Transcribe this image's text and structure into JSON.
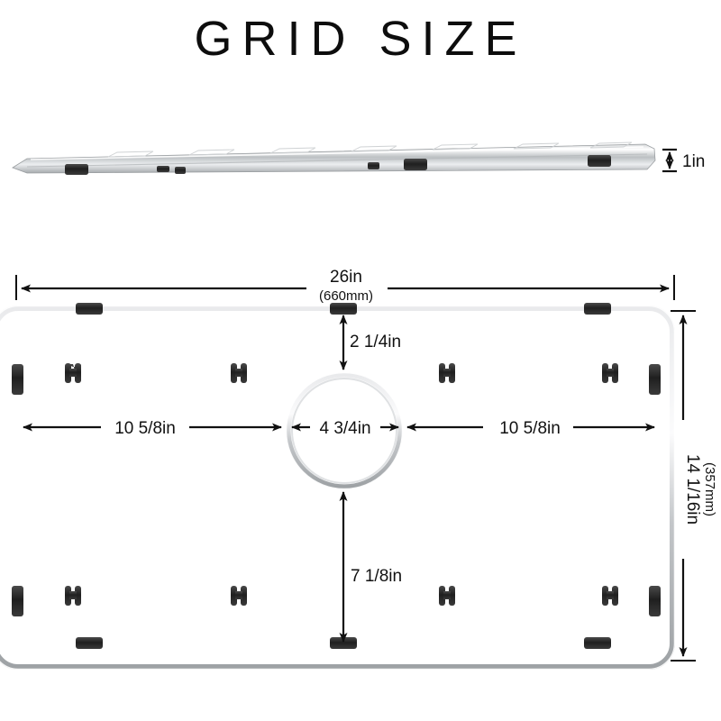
{
  "page": {
    "title": "GRID SIZE",
    "background_color": "#ffffff",
    "line_color": "#111111"
  },
  "product": {
    "name": "sink-bottom-grid",
    "wire_color": "#b9bcbe",
    "wire_highlight": "#f2f3f4",
    "bumper_color": "#2b2b2b"
  },
  "side_view": {
    "name": "side-profile-view",
    "thickness_label": "1in"
  },
  "top_view": {
    "width_label": "26in",
    "width_label_mm": "(660mm)",
    "height_label": "14 1/16in",
    "height_label_mm": "(357mm)",
    "left_span_label": "10  5/8in",
    "center_span_label": "4  3/4in",
    "right_span_label": "10  5/8in",
    "top_gap_label": "2  1/4in",
    "bottom_gap_label": "7  1/8in"
  },
  "chart_data": {
    "type": "table",
    "title": "GRID SIZE",
    "categories": [
      "overall width",
      "overall width (mm)",
      "overall height",
      "overall height (mm)",
      "thickness",
      "left section width",
      "center cutout width",
      "right section width",
      "top edge to cutout",
      "cutout to bottom edge"
    ],
    "values": [
      26,
      660,
      14.0625,
      357,
      1,
      10.625,
      4.75,
      10.625,
      2.25,
      7.125
    ],
    "labels": [
      "26in",
      "(660mm)",
      "14 1/16in",
      "(357mm)",
      "1in",
      "10  5/8in",
      "4  3/4in",
      "10  5/8in",
      "2  1/4in",
      "7  1/8in"
    ],
    "unit": "in",
    "xlabel": "",
    "ylabel": ""
  }
}
